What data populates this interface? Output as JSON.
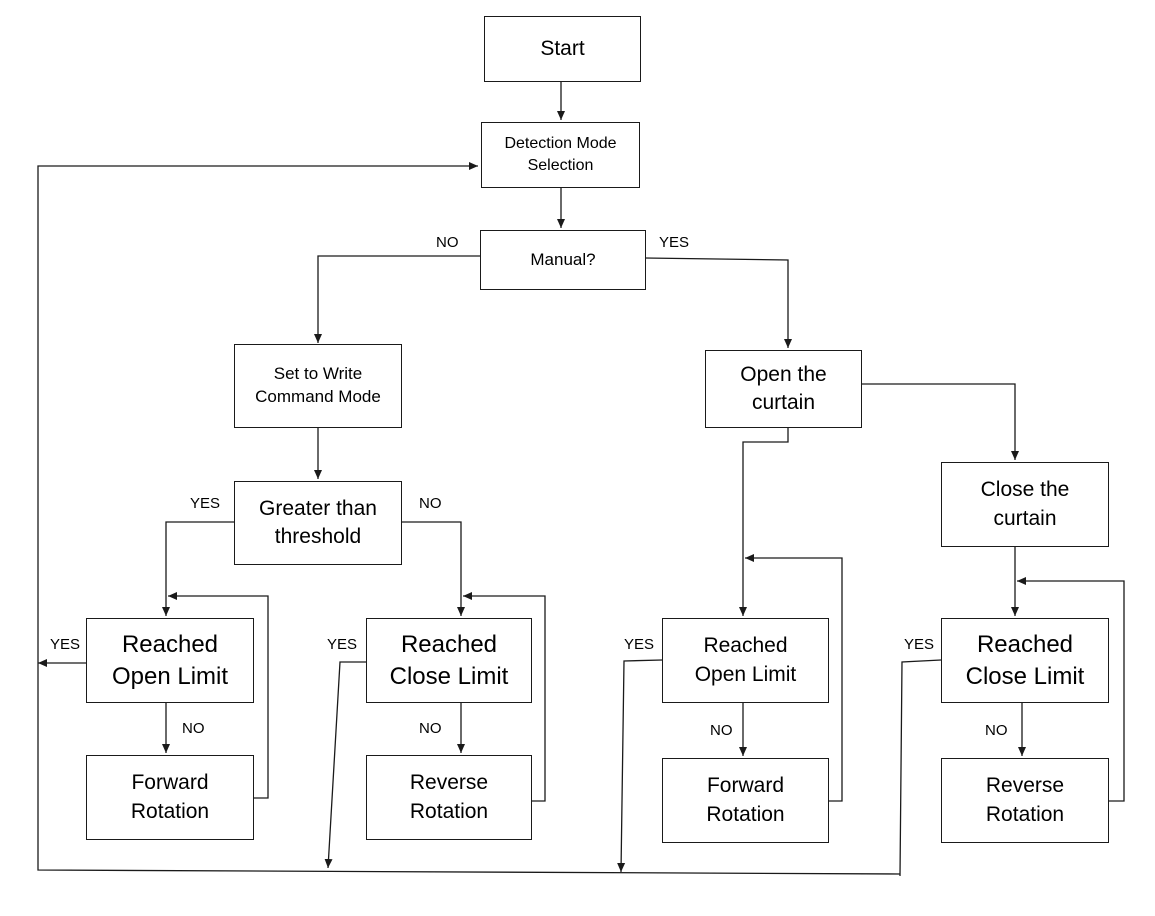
{
  "nodes": {
    "start": "Start",
    "detection_mode": "Detection Mode\nSelection",
    "manual": "Manual?",
    "set_write_mode": "Set to Write\nCommand Mode",
    "greater_threshold": "Greater than\nthreshold",
    "open_curtain": "Open the\ncurtain",
    "close_curtain": "Close the\ncurtain",
    "reached_open_1": "Reached\nOpen Limit",
    "reached_close_1": "Reached\nClose Limit",
    "reached_open_2": "Reached\nOpen Limit",
    "reached_close_2": "Reached\nClose Limit",
    "forward_1": "Forward\nRotation",
    "reverse_1": "Reverse\nRotation",
    "forward_2": "Forward\nRotation",
    "reverse_2": "Reverse\nRotation"
  },
  "labels": {
    "manual_no": "NO",
    "manual_yes": "YES",
    "threshold_yes": "YES",
    "threshold_no": "NO",
    "open1_yes": "YES",
    "open1_no": "NO",
    "close1_yes": "YES",
    "close1_no": "NO",
    "open2_yes": "YES",
    "open2_no": "NO",
    "close2_yes": "YES",
    "close2_no": "NO"
  },
  "colors": {
    "line": "#1a1a1a",
    "box_border": "#1a1a1a",
    "background": "#ffffff"
  }
}
